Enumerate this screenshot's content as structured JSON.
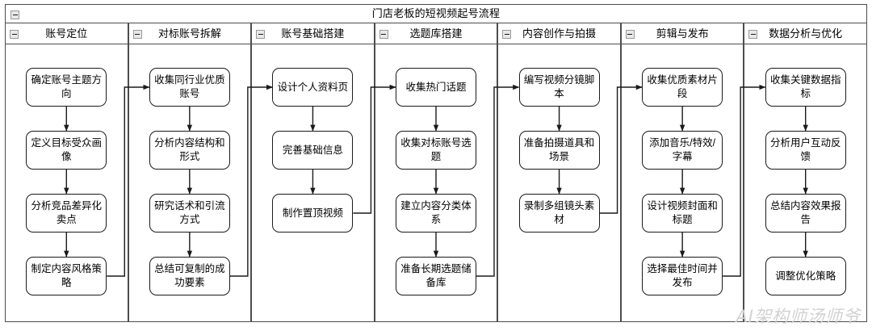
{
  "title": "门店老板的短视频起号流程",
  "watermark": "AI架构师汤师爷",
  "colors": {
    "frame_border": "#4d4d4d",
    "node_border": "#1a1a1a",
    "node_fill": "#ffffff",
    "connector": "#1a1a1a",
    "watermark": "#d2d2d2",
    "collapse_fill": "#e8e8e8"
  },
  "collapse_icon": "minus-box-icon",
  "lanes": [
    {
      "label": "账号定位",
      "nodes": [
        {
          "label": "确定账号主题方向"
        },
        {
          "label": "定义目标受众画像"
        },
        {
          "label": "分析竞品差异化卖点"
        },
        {
          "label": "制定内容风格策略"
        }
      ]
    },
    {
      "label": "对标账号拆解",
      "nodes": [
        {
          "label": "收集同行业优质账号"
        },
        {
          "label": "分析内容结构和形式"
        },
        {
          "label": "研究话术和引流方式"
        },
        {
          "label": "总结可复制的成功要素"
        }
      ]
    },
    {
      "label": "账号基础搭建",
      "nodes": [
        {
          "label": "设计个人资料页"
        },
        {
          "label": "完善基础信息"
        },
        {
          "label": "制作置顶视频"
        }
      ]
    },
    {
      "label": "选题库搭建",
      "nodes": [
        {
          "label": "收集热门话题"
        },
        {
          "label": "收集对标账号选题"
        },
        {
          "label": "建立内容分类体系"
        },
        {
          "label": "准备长期选题储备库"
        }
      ]
    },
    {
      "label": "内容创作与拍摄",
      "nodes": [
        {
          "label": "编写视频分镜脚本"
        },
        {
          "label": "准备拍摄道具和场景"
        },
        {
          "label": "录制多组镜头素材"
        }
      ]
    },
    {
      "label": "剪辑与发布",
      "nodes": [
        {
          "label": "收集优质素材片段"
        },
        {
          "label": "添加音乐/特效/字幕"
        },
        {
          "label": "设计视频封面和标题"
        },
        {
          "label": "选择最佳时间并发布"
        }
      ]
    },
    {
      "label": "数据分析与优化",
      "nodes": [
        {
          "label": "收集关键数据指标"
        },
        {
          "label": "分析用户互动反馈"
        },
        {
          "label": "总结内容效果报告"
        },
        {
          "label": "调整优化策略"
        }
      ]
    }
  ]
}
